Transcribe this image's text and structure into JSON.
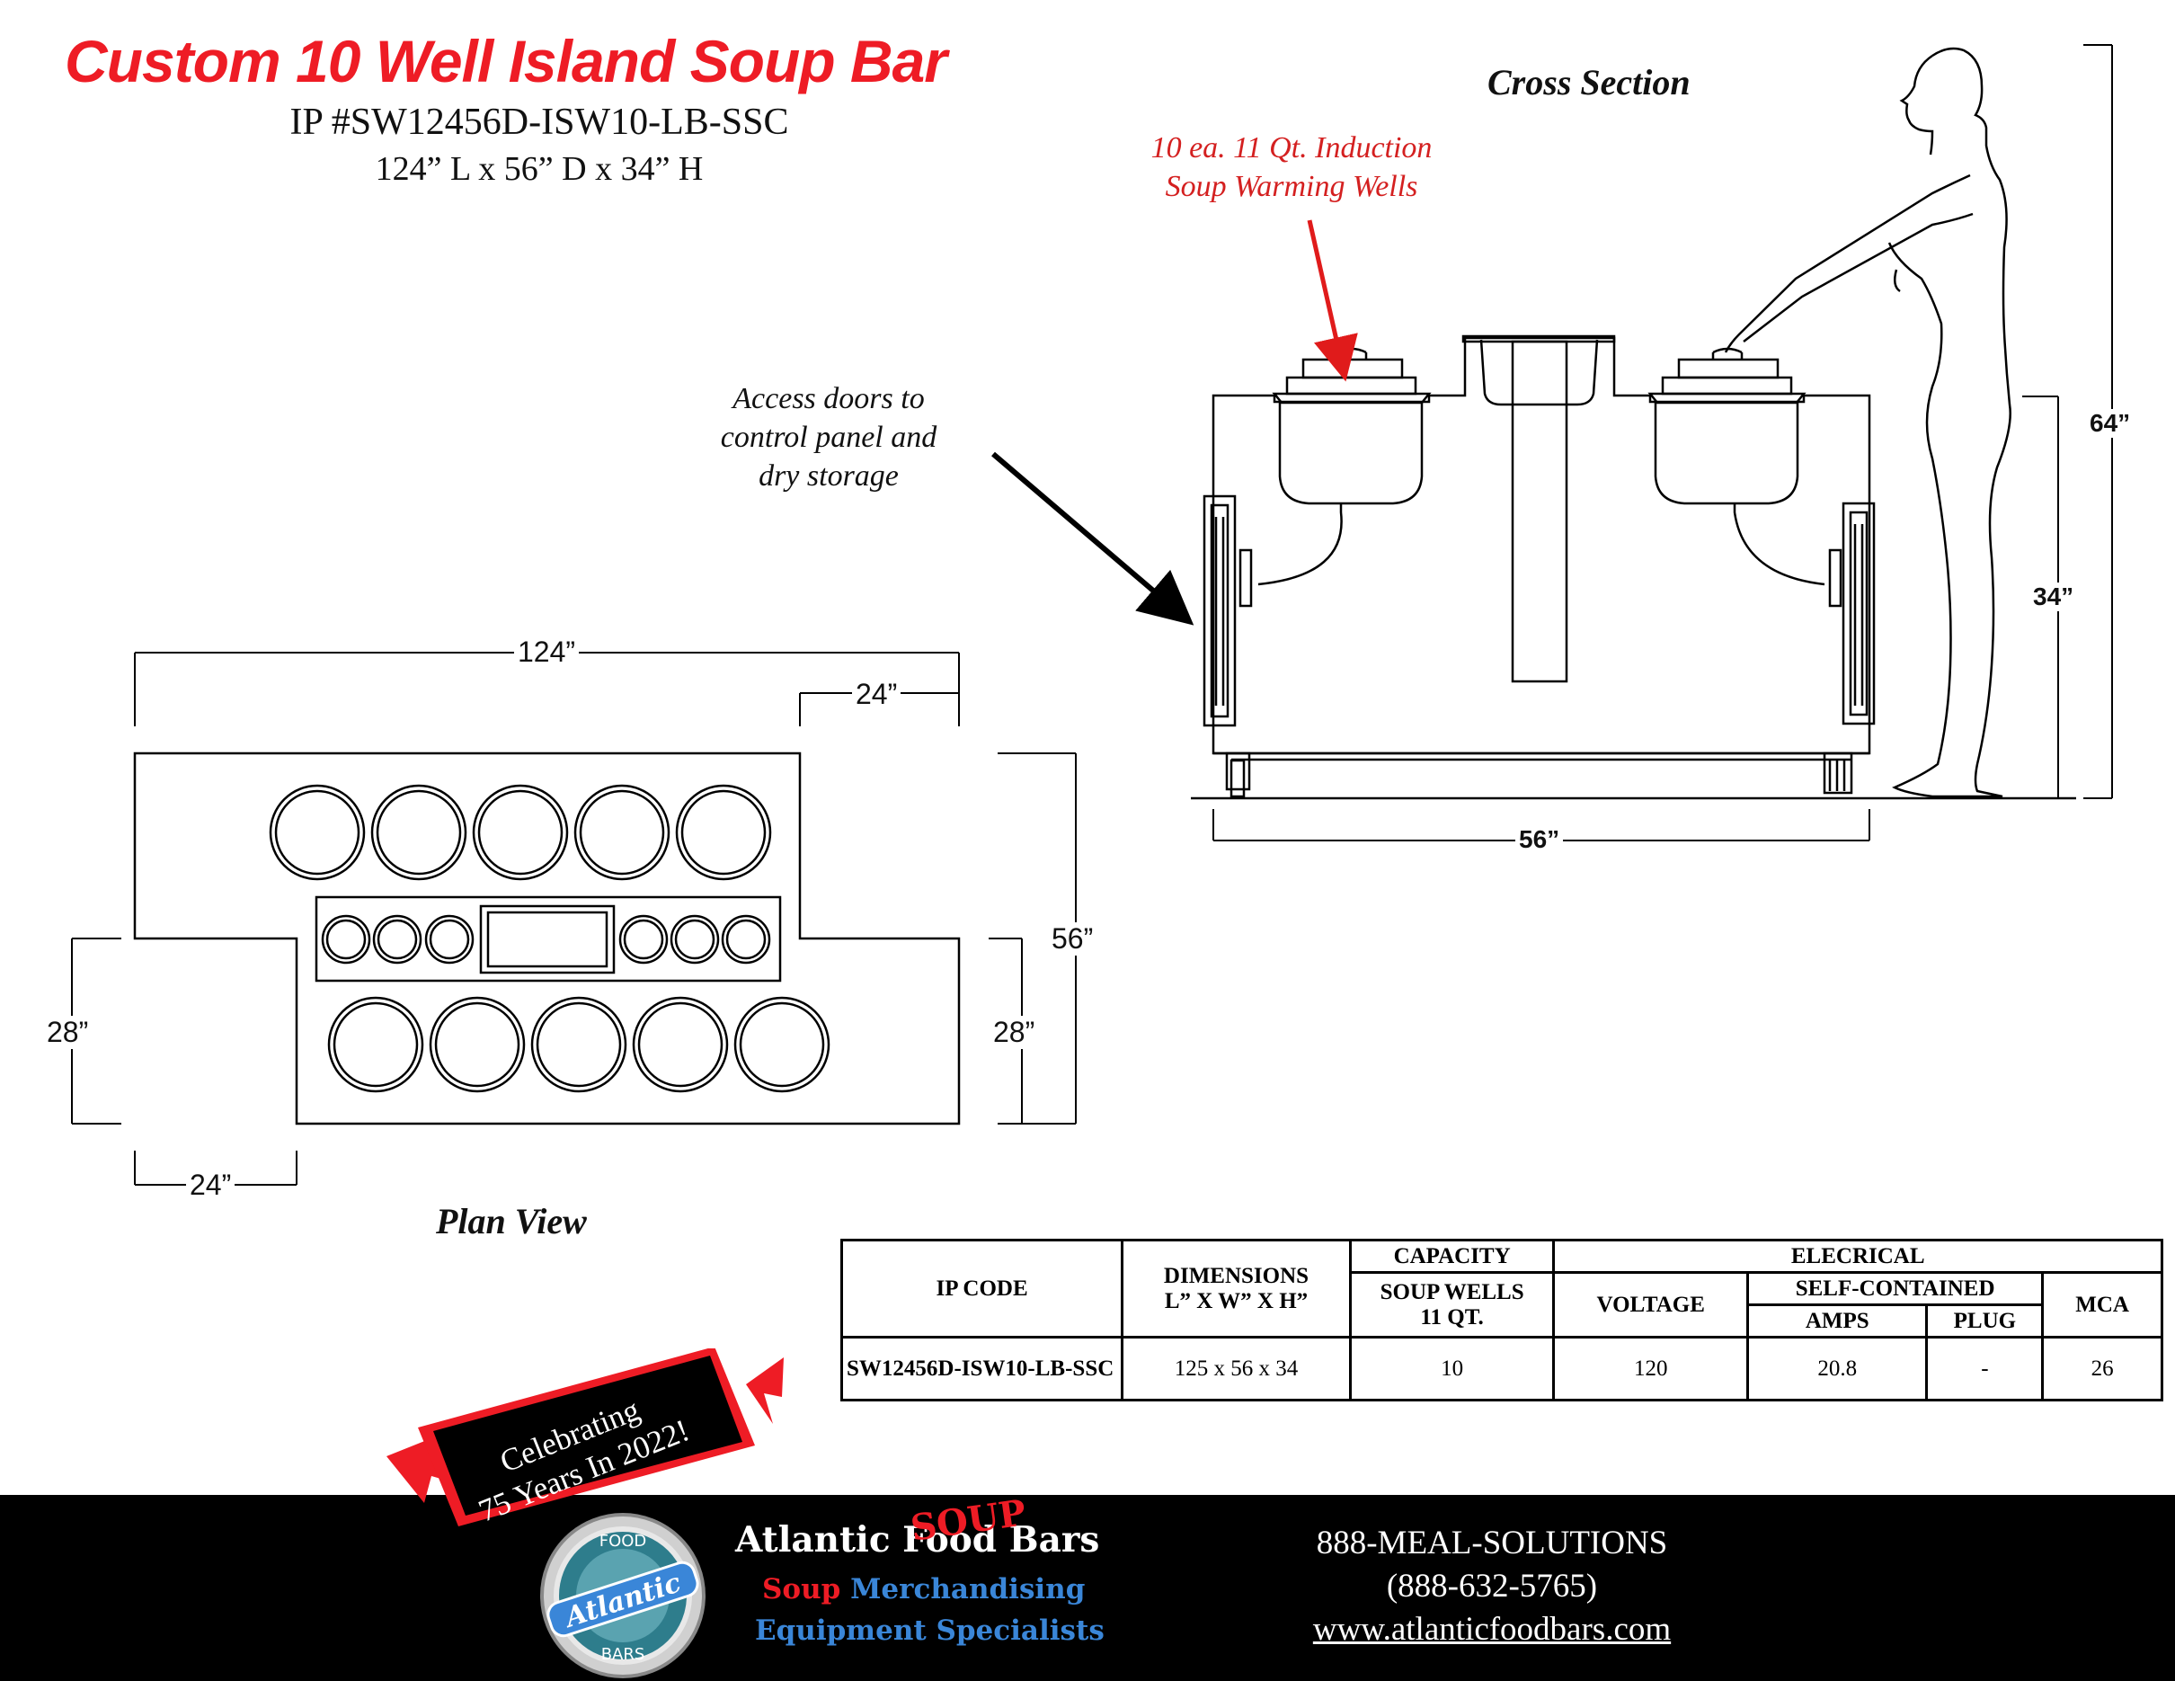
{
  "header": {
    "title": "Custom 10 Well Island Soup Bar",
    "ip_code_line": "IP #SW12456D-ISW10-LB-SSC",
    "dimensions_line": "124” L x 56” D x 34” H"
  },
  "cross_section": {
    "label": "Cross Section",
    "induction_callout_line1": "10 ea. 11 Qt. Induction",
    "induction_callout_line2": "Soup Warming Wells",
    "access_line1": "Access doors to",
    "access_line2": "control panel and",
    "access_line3": "dry storage",
    "dim_width": "56”",
    "dim_counter_height": "34”",
    "dim_person_height": "64”"
  },
  "plan_view": {
    "label": "Plan View",
    "dim_overall_length": "124”",
    "dim_top_notch": "24”",
    "dim_depth": "56”",
    "dim_left_leg": "28”",
    "dim_right_leg": "28”",
    "dim_bottom_notch": "24”"
  },
  "spec_table": {
    "h_ip_code": "IP CODE",
    "h_dimensions_1": "DIMENSIONS",
    "h_dimensions_2": "L” X W” X H”",
    "h_capacity": "CAPACITY",
    "h_soup_wells_1": "SOUP WELLS",
    "h_soup_wells_2": "11 QT.",
    "h_electrical": "ELECRICAL",
    "h_voltage": "VOLTAGE",
    "h_self_contained": "SELF-CONTAINED",
    "h_amps": "AMPS",
    "h_plug": "PLUG",
    "h_mca": "MCA",
    "row": {
      "ip_code": "SW12456D-ISW10-LB-SSC",
      "dimensions": "125 x 56 x 34",
      "soup_wells": "10",
      "voltage": "120",
      "amps": "20.8",
      "plug": "-",
      "mca": "26"
    }
  },
  "footer": {
    "ribbon_line1": "Celebrating",
    "ribbon_line2": "75 Years In 2022!",
    "logo_top": "FOOD",
    "logo_middle": "Atlantic",
    "logo_bottom": "BARS",
    "brand_name": "Atlantic Food Bars",
    "brand_overlay": "SOUP",
    "tagline_red": "Soup",
    "tagline_blue": "Merchandising",
    "tagline_line2": "Equipment Specialists",
    "phone_words": "888-MEAL-SOLUTIONS",
    "phone_number": "(888-632-5765)",
    "website": "www.atlanticfoodbars.com"
  },
  "colors": {
    "accent_red": "#ee1c25",
    "callout_red": "#d42020",
    "tagline_blue": "#3a86d8",
    "footer_bg": "#000000"
  }
}
